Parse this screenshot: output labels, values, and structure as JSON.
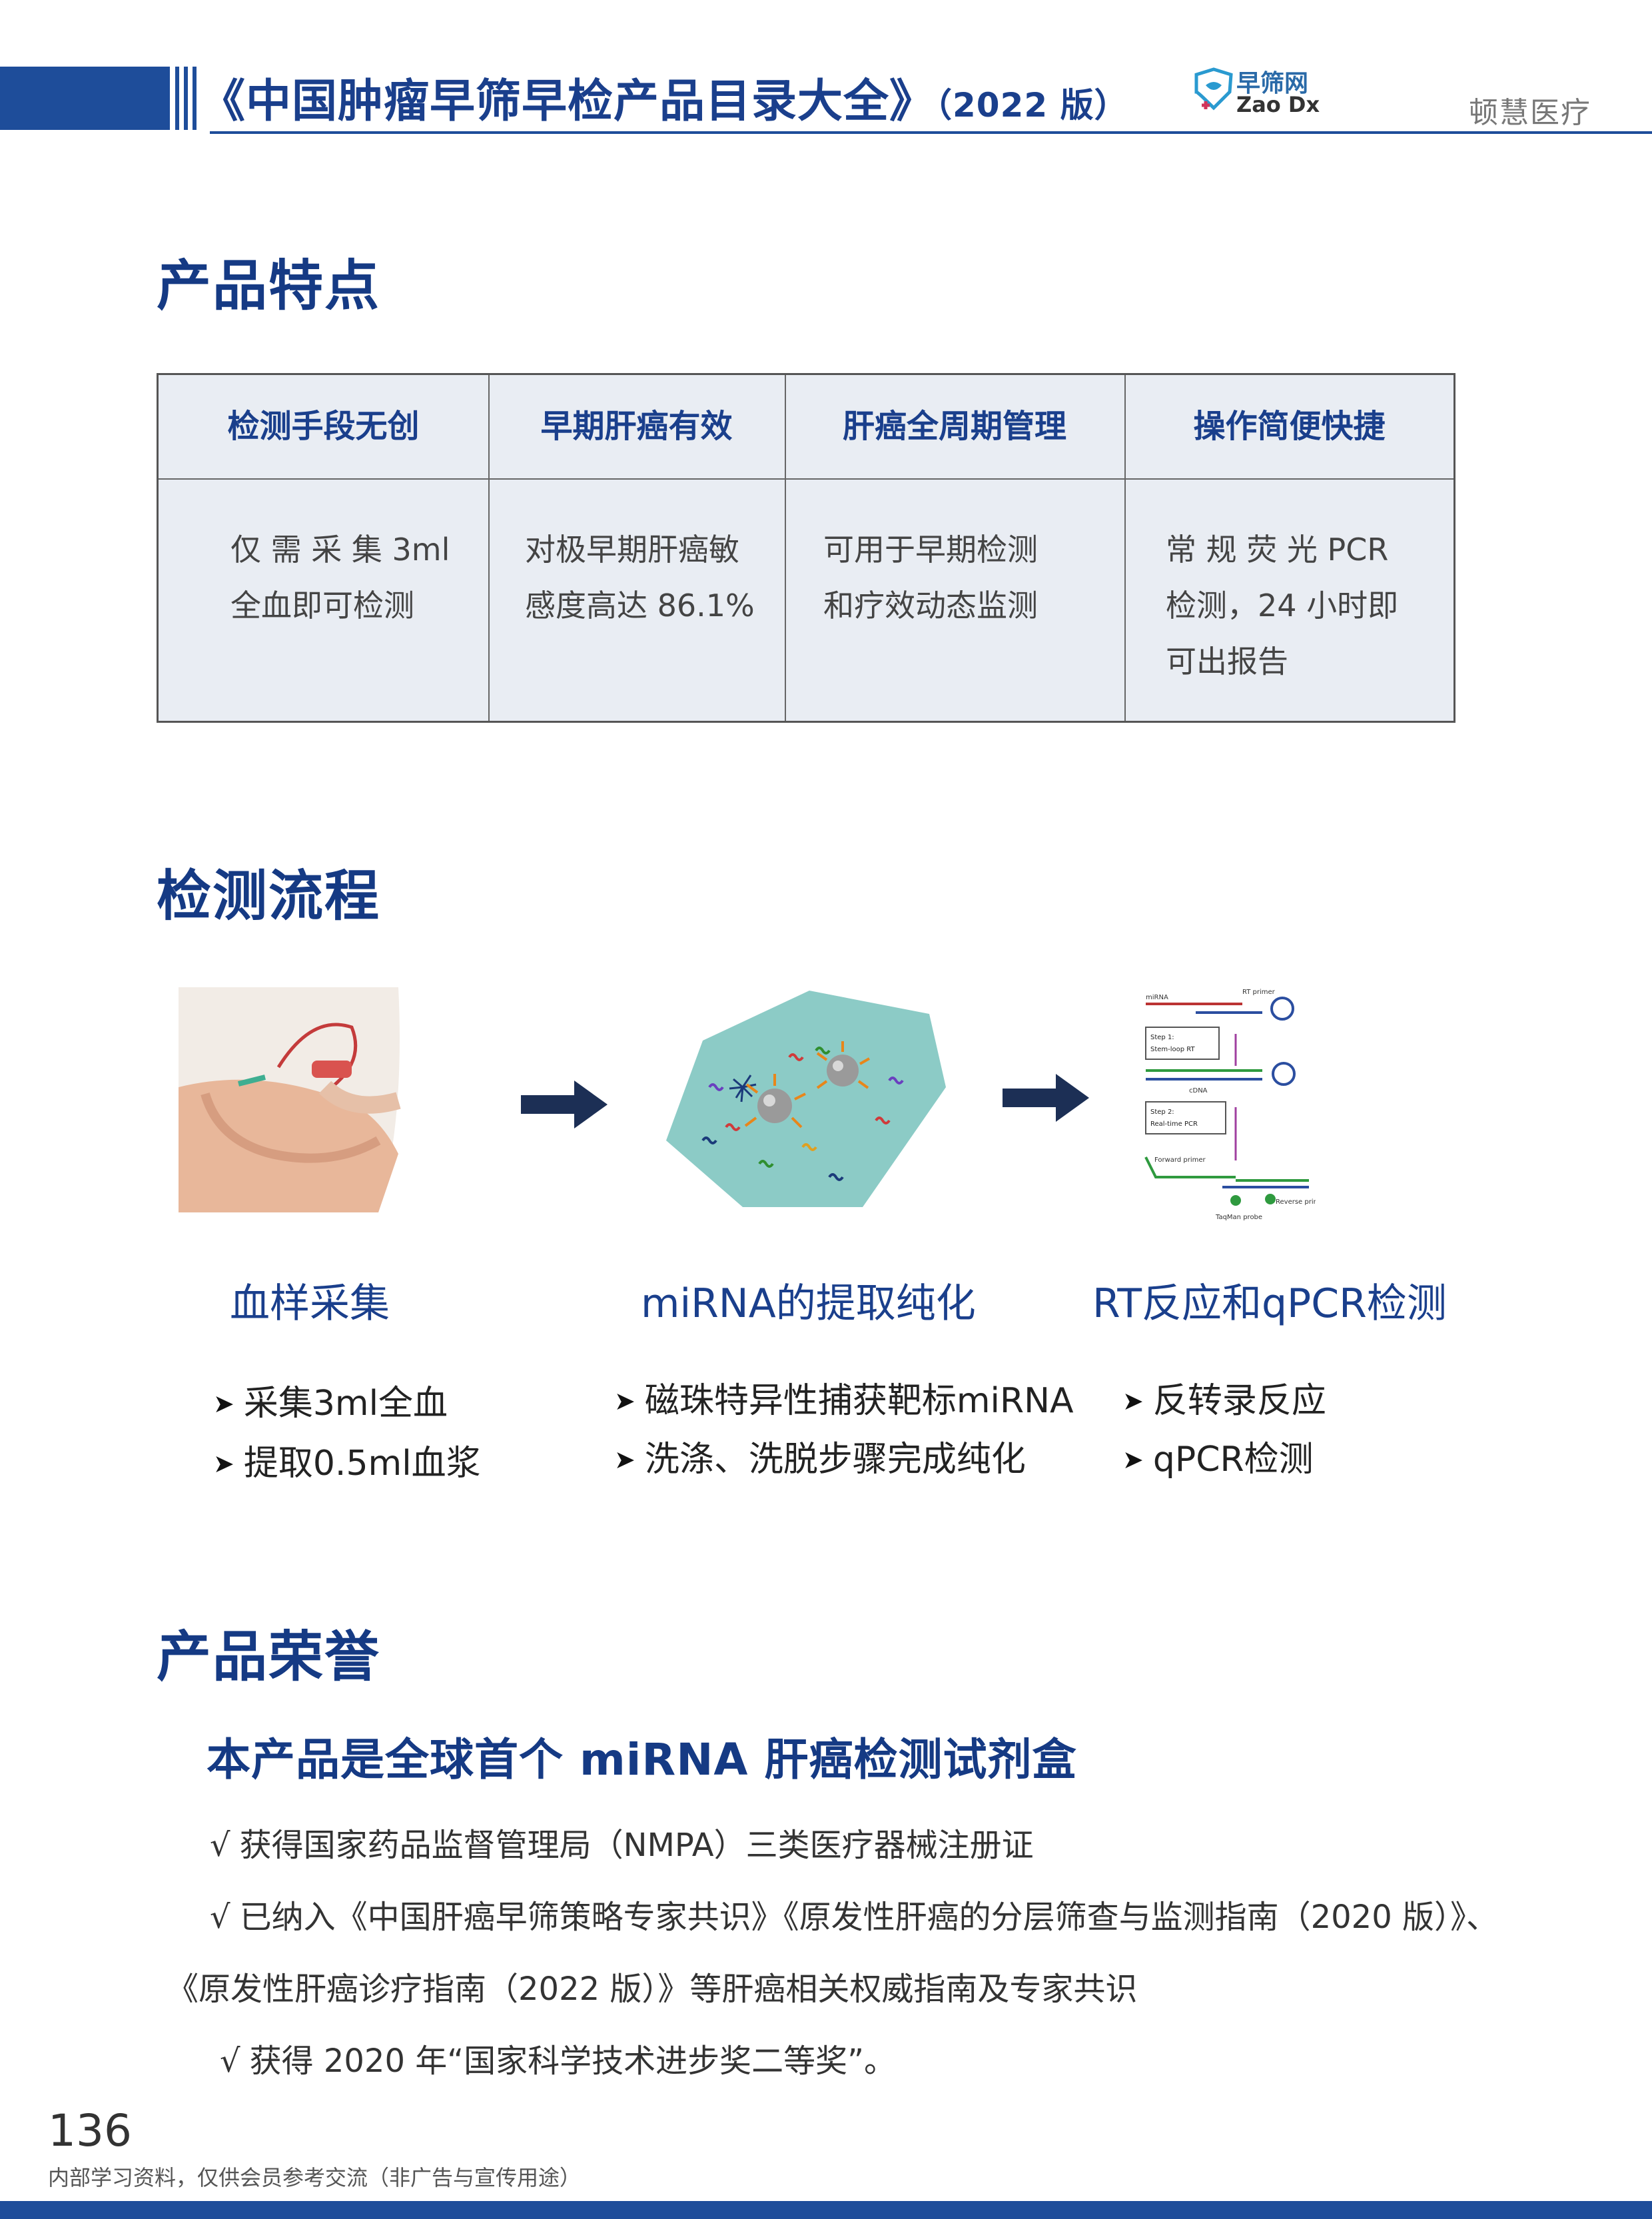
{
  "header": {
    "title": "《中国肿瘤早筛早检产品目录大全》",
    "edition": "（2022 版）",
    "logo_cn": "早筛网",
    "logo_en": "Zao Dx",
    "company": "顿慧医疗"
  },
  "features": {
    "heading": "产品特点",
    "columns": [
      {
        "title": "检测手段无创",
        "lines": [
          "仅 需 采 集 3ml",
          "全血即可检测"
        ]
      },
      {
        "title": "早期肝癌有效",
        "lines": [
          "对极早期肝癌敏",
          "感度高达 86.1%"
        ]
      },
      {
        "title": "肝癌全周期管理",
        "lines": [
          "可用于早期检测",
          "和疗效动态监测"
        ]
      },
      {
        "title": "操作简便快捷",
        "lines": [
          "常 规 荧 光 PCR",
          "检测，24 小时即",
          "可出报告"
        ]
      }
    ]
  },
  "workflow": {
    "heading": "检测流程",
    "steps": [
      {
        "title": "血样采集",
        "bullets": [
          "采集3ml全血",
          "提取0.5ml血浆"
        ]
      },
      {
        "title": "miRNA的提取纯化",
        "bullets": [
          "磁珠特异性捕获靶标miRNA",
          "洗涤、洗脱步骤完成纯化"
        ]
      },
      {
        "title": "RT反应和qPCR检测",
        "bullets": [
          "反转录反应",
          "qPCR检测"
        ]
      }
    ],
    "schematic_labels": {
      "mirna": "miRNA",
      "rt_primer": "RT primer",
      "step1": "Step 1:",
      "step1_desc": "Stem-loop RT",
      "cdna": "cDNA",
      "step2": "Step 2:",
      "step2_desc": "Real-time PCR",
      "forward": "Forward primer",
      "reverse": "Reverse primer",
      "probe": "TaqMan probe"
    }
  },
  "honors": {
    "heading": "产品荣誉",
    "subheading": "本产品是全球首个 miRNA 肝癌检测试剂盒",
    "check": "√",
    "items": [
      "获得国家药品监督管理局（NMPA）三类医疗器械注册证",
      "已纳入《中国肝癌早筛策略专家共识》《原发性肝癌的分层筛查与监测指南（2020 版）》、",
      "《原发性肝癌诊疗指南（2022 版）》等肝癌相关权威指南及专家共识",
      "获得 2020 年“国家科学技术进步奖二等奖”。"
    ]
  },
  "footer": {
    "page_number": "136",
    "note": "内部学习资料，仅供会员参考交流（非广告与宣传用途）"
  },
  "colors": {
    "brand": "#1e4d9a",
    "heading": "#153a84",
    "table_bg": "#e9edf3",
    "teal": "#8ccbc6"
  }
}
